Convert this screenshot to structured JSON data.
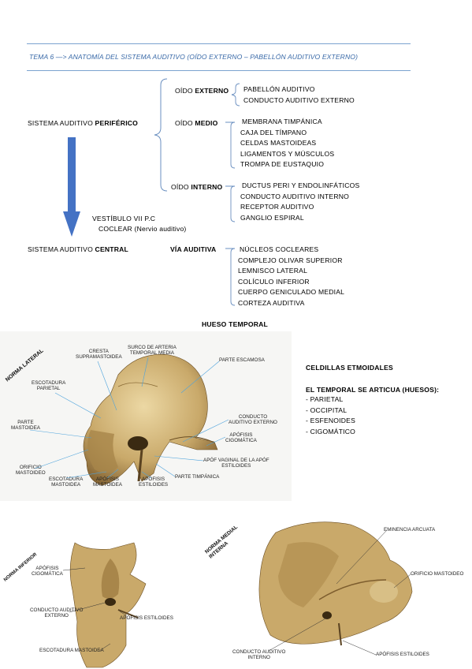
{
  "header": {
    "title": "TEMA 6 —> ANATOMÍA DEL SISTEMA AUDITIVO (OÍDO EXTERNO – PABELLÓN AUDITIVO EXTERNO)"
  },
  "scheme": {
    "peripheral": {
      "prefix": "SISTEMA AUDITIVO ",
      "bold": "PERIFÉRICO"
    },
    "central": {
      "prefix": "SISTEMA AUDITIVO ",
      "bold": "CENTRAL"
    },
    "outer": {
      "prefix": "OÍDO ",
      "bold": "EXTERNO",
      "items": [
        "PABELLÓN AUDITIVO",
        "CONDUCTO AUDITIVO EXTERNO"
      ]
    },
    "middle": {
      "prefix": "OÍDO ",
      "bold": "MEDIO",
      "items": [
        "MEMBRANA TIMPÁNICA",
        "CAJA DEL TÍMPANO",
        "CELDAS MASTOIDEAS",
        "LIGAMENTOS Y MÚSCULOS",
        "TROMPA DE EUSTAQUIO"
      ]
    },
    "inner": {
      "prefix": "OÍDO ",
      "bold": "INTERNO",
      "items": [
        "DUCTUS PERI Y ENDOLINFÁTICOS",
        "CONDUCTO AUDITIVO INTERNO",
        "RECEPTOR AUDITIVO",
        "GANGLIO ESPIRAL"
      ]
    },
    "nerve": {
      "line1": "VESTÍBULO  VII P.C",
      "line2": "COCLEAR   (Nervio auditivo)"
    },
    "pathway": {
      "label": "VÍA AUDITIVA",
      "items": [
        "NÚCLEOS COCLEARES",
        "COMPLEJO OLIVAR SUPERIOR",
        "LEMNISCO LATERAL",
        "COLÍCULO INFERIOR",
        "CUERPO GENICULADO MEDIAL",
        "CORTEZA AUDITIVA"
      ]
    }
  },
  "bone": {
    "heading": "HUESO TEMPORAL",
    "notes": {
      "cells": "CELDILLAS ETMOIDALES",
      "articulates": "EL TEMPORAL SE ARTICUA (HUESOS):",
      "bones": [
        "- PARIETAL",
        "- OCCIPITAL",
        "- ESFENOIDES",
        "- CIGOMÁTICO"
      ]
    },
    "lateral": {
      "view": "NORMA LATERAL",
      "labels": {
        "cresta": "CRESTA\nSUPRAMASTOIDEA",
        "surco": "SURCO DE ARTERIA\nTEMPORAL MEDIA",
        "escamosa": "PARTE ESCAMOSA",
        "escotadura_parietal": "ESCOTADURA\nPARIETAL",
        "conducto": "CONDUCTO\nAUDITIVO EXTERNO",
        "cigomatica": "APÓFISIS\nCIGOMÁTICA",
        "parte_mastoidea": "PARTE\nMASTOIDEA",
        "vaginal": "APÓF VAGINAL DE LA APÓF\nESTILOIDES",
        "orificio": "ORIFICIO\nMASTOIDEO",
        "timpanica": "PARTE TIMPÁNICA",
        "escotadura_mastoidea": "ESCOTADURA\nMASTOIDEA",
        "apofisis_mastoidea": "APÓFISIS\nMASTOIDEA",
        "estiloides": "APÓFISIS\nESTILOIDES"
      }
    },
    "inferior": {
      "view": "NORMA INFERIOR",
      "labels": {
        "cigomatica": "APÓFISIS\nCIGOMÁTICA",
        "conducto": "CONDUCTO AUDITIVO\nEXTERNO",
        "estiloides": "APÓFISIS ESTILOIDES",
        "escotadura": "ESCOTADURA MASTOIDEA"
      }
    },
    "medial": {
      "view": "NORMA MEDIAL\nINTERNA",
      "labels": {
        "eminencia": "EMINENCIA ARCUATA",
        "orificio": "ORIFICIO MASTOIDEO",
        "conducto": "CONDUCTO AUDITIVO\nINTERNO",
        "estiloides": "APÓFISIS ESTILOIDES"
      }
    }
  },
  "colors": {
    "title": "#3a6aa8",
    "rule": "#7ba3cf",
    "arrow": "#4472c4",
    "bone": "#c9a96a",
    "bone_dark": "#8a6b36",
    "leader": "#4ea3dc"
  }
}
